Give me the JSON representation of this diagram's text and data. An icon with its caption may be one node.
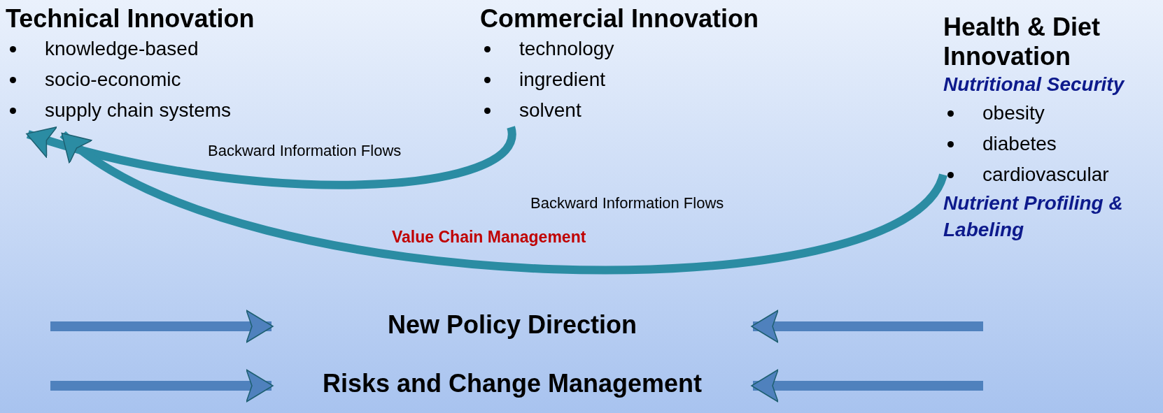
{
  "diagram": {
    "nodes": [
      {
        "text": [
          "Technical Innovation",
          "knowledge-based",
          "socio-economic",
          "supply chain systems"
        ]
      },
      {
        "text": [
          "Commercial Innovation",
          "technology",
          "ingredient",
          "solvent"
        ]
      },
      {
        "text": [
          "Health & Diet Innovation",
          "Nutritional Security",
          "obesity",
          "diabetes",
          "cardiovascular",
          "Nutrient Profiling & Labeling"
        ]
      },
      {
        "text": [
          "New Policy Direction"
        ]
      },
      {
        "text": [
          "Risks and Change Management"
        ]
      }
    ],
    "edges": [
      {
        "from": 1,
        "to": 0,
        "arrow": "to",
        "label": "Backward Information Flows",
        "color": "#2b8ca3"
      },
      {
        "from": 2,
        "to": 0,
        "arrow": "to",
        "label": "Backward Information Flows",
        "color": "#2b8ca3"
      },
      {
        "from": null,
        "to": 3,
        "arrow": "to"
      },
      {
        "from": null,
        "to": 3,
        "arrow": "to"
      },
      {
        "from": null,
        "to": 4,
        "arrow": "to"
      },
      {
        "from": null,
        "to": 4,
        "arrow": "to"
      }
    ],
    "labels": [
      "Value Chain Management"
    ]
  }
}
